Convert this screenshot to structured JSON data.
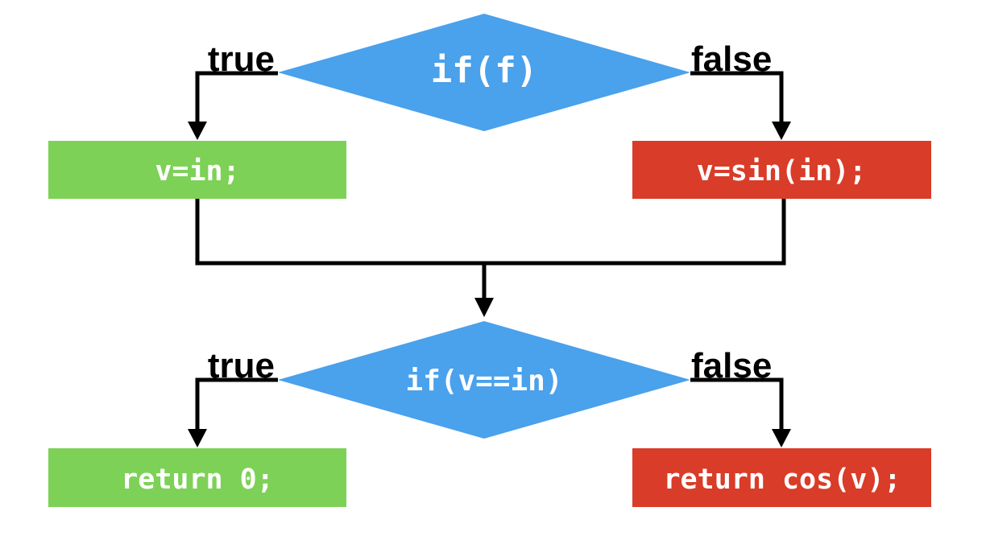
{
  "diagram": {
    "type": "flowchart",
    "background": "#ffffff",
    "colors": {
      "decision_fill": "#4aa1ec",
      "true_fill": "#7dd156",
      "false_fill": "#d93c28",
      "line": "#000000",
      "branch_label_text": "#000000",
      "node_text": "#ffffff"
    },
    "nodes": {
      "decision1": {
        "label": "if(f)",
        "shape": "diamond"
      },
      "process_true1": {
        "label": "v=in;",
        "shape": "rect"
      },
      "process_false1": {
        "label": "v=sin(in);",
        "shape": "rect"
      },
      "decision2": {
        "label": "if(v==in)",
        "shape": "diamond"
      },
      "process_true2": {
        "label": "return 0;",
        "shape": "rect"
      },
      "process_false2": {
        "label": "return cos(v);",
        "shape": "rect"
      }
    },
    "branch_labels": {
      "decision1_true": "true",
      "decision1_false": "false",
      "decision2_true": "true",
      "decision2_false": "false"
    }
  }
}
